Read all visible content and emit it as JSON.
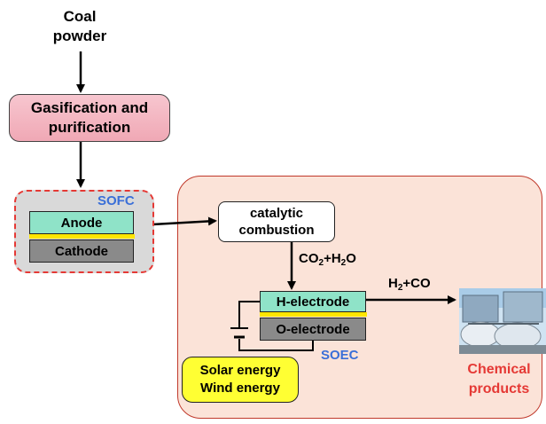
{
  "coal": {
    "line1": "Coal",
    "line2": "powder"
  },
  "gasification": {
    "line1": "Gasification and",
    "line2": "purification"
  },
  "sofc": {
    "label": "SOFC",
    "anode": "Anode",
    "cathode": "Cathode"
  },
  "catalytic": {
    "line1": "catalytic",
    "line2": "combustion"
  },
  "exhaust": {
    "p1": "CO",
    "sub1": "2",
    "p2": "+H",
    "sub2": "2",
    "p3": "O"
  },
  "soec": {
    "label": "SOEC",
    "h_electrode": "H-electrode",
    "o_electrode": "O-electrode"
  },
  "syngas": {
    "p1": "H",
    "sub1": "2",
    "p2": "+CO"
  },
  "energy": {
    "line1": "Solar energy",
    "line2": "Wind energy"
  },
  "chemical": {
    "line1": "Chemical",
    "line2": "products"
  },
  "colors": {
    "accent_blue": "#3a6fd8",
    "accent_red": "#e53935",
    "electrode_green": "#8fe3c8",
    "electrolyte_yellow": "#ffe600"
  }
}
